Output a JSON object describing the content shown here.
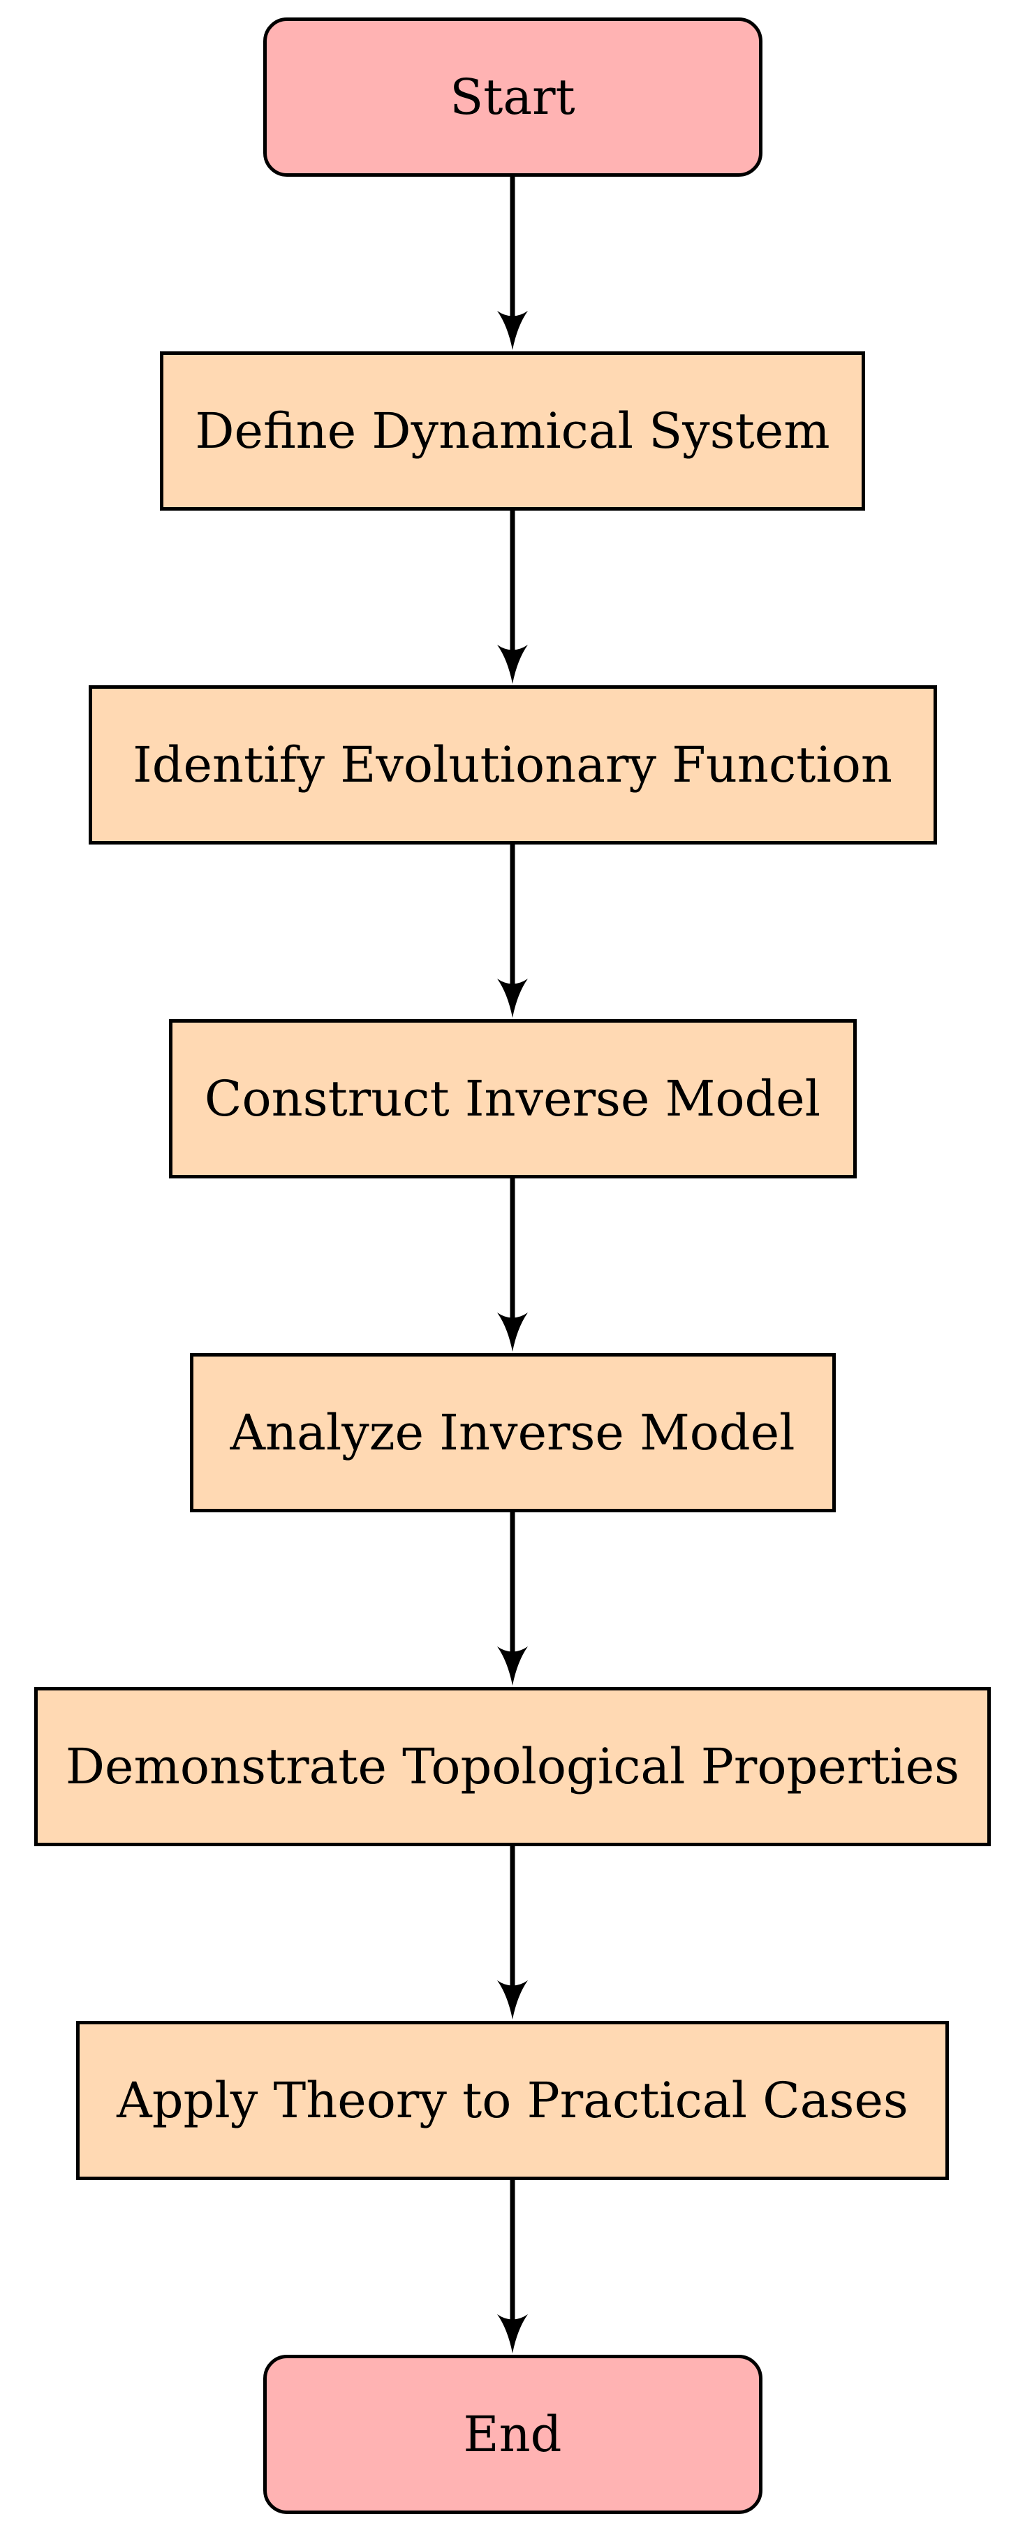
{
  "diagram": {
    "type": "flowchart",
    "direction": "top-down",
    "background": "#ffffff",
    "colors": {
      "terminator_fill": "#FFB3B3",
      "process_fill": "#FFD9B3",
      "stroke": "#000000",
      "text": "#000000"
    },
    "nodes": [
      {
        "id": "start",
        "type": "terminator",
        "label": "Start"
      },
      {
        "id": "define_system",
        "type": "process",
        "label": "Define Dynamical System"
      },
      {
        "id": "identify_function",
        "type": "process",
        "label": "Identify Evolutionary Function"
      },
      {
        "id": "construct_model",
        "type": "process",
        "label": "Construct Inverse Model"
      },
      {
        "id": "analyze_model",
        "type": "process",
        "label": "Analyze Inverse Model"
      },
      {
        "id": "demonstrate_properties",
        "type": "process",
        "label": "Demonstrate Topological Properties"
      },
      {
        "id": "apply_theory",
        "type": "process",
        "label": "Apply Theory to Practical Cases"
      },
      {
        "id": "end",
        "type": "terminator",
        "label": "End"
      }
    ],
    "edges": [
      {
        "from": "start",
        "to": "define_system"
      },
      {
        "from": "define_system",
        "to": "identify_function"
      },
      {
        "from": "identify_function",
        "to": "construct_model"
      },
      {
        "from": "construct_model",
        "to": "analyze_model"
      },
      {
        "from": "analyze_model",
        "to": "demonstrate_properties"
      },
      {
        "from": "demonstrate_properties",
        "to": "apply_theory"
      },
      {
        "from": "apply_theory",
        "to": "end"
      }
    ]
  }
}
